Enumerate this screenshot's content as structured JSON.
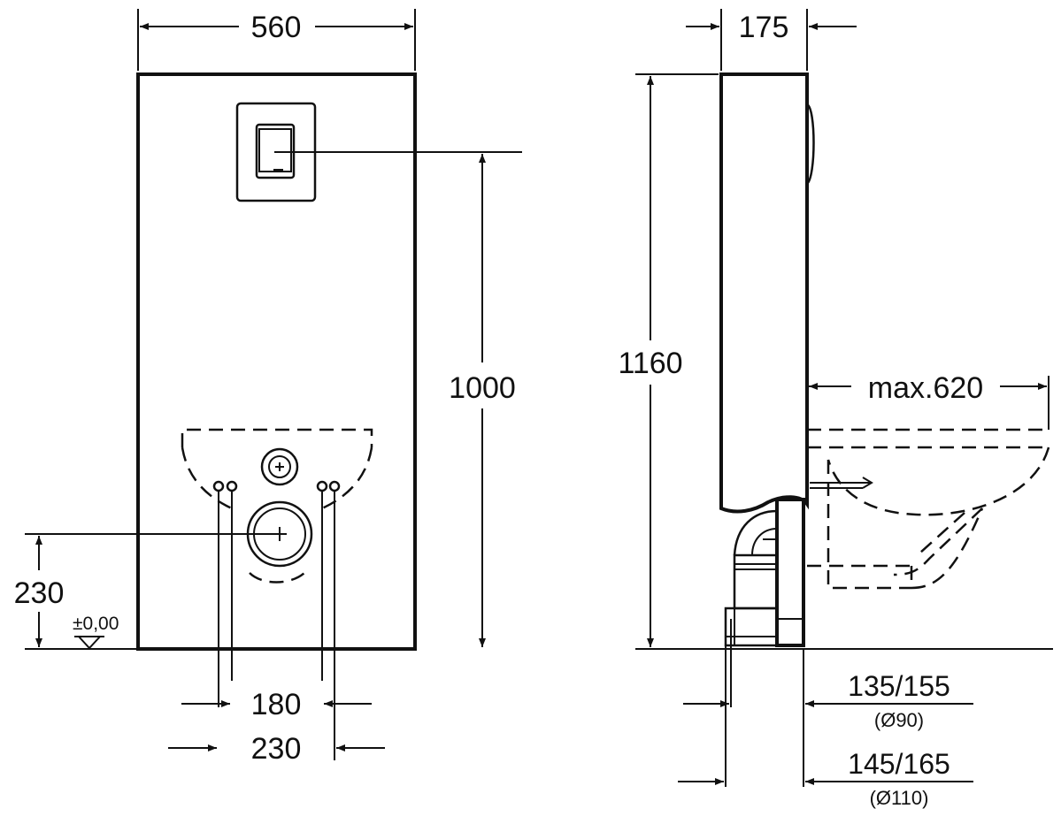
{
  "front_view": {
    "width_label": "560",
    "height_label": "1000",
    "outlet_height_label": "230",
    "floor_level_label": "±0,00",
    "inner_spacing_label": "180",
    "outer_spacing_label": "230"
  },
  "side_view": {
    "depth_label": "175",
    "total_height_label": "1160",
    "projection_label": "max.620",
    "pipe_small_label": "135/155",
    "pipe_small_diameter": "(Ø90)",
    "pipe_large_label": "145/165",
    "pipe_large_diameter": "(Ø110)"
  }
}
